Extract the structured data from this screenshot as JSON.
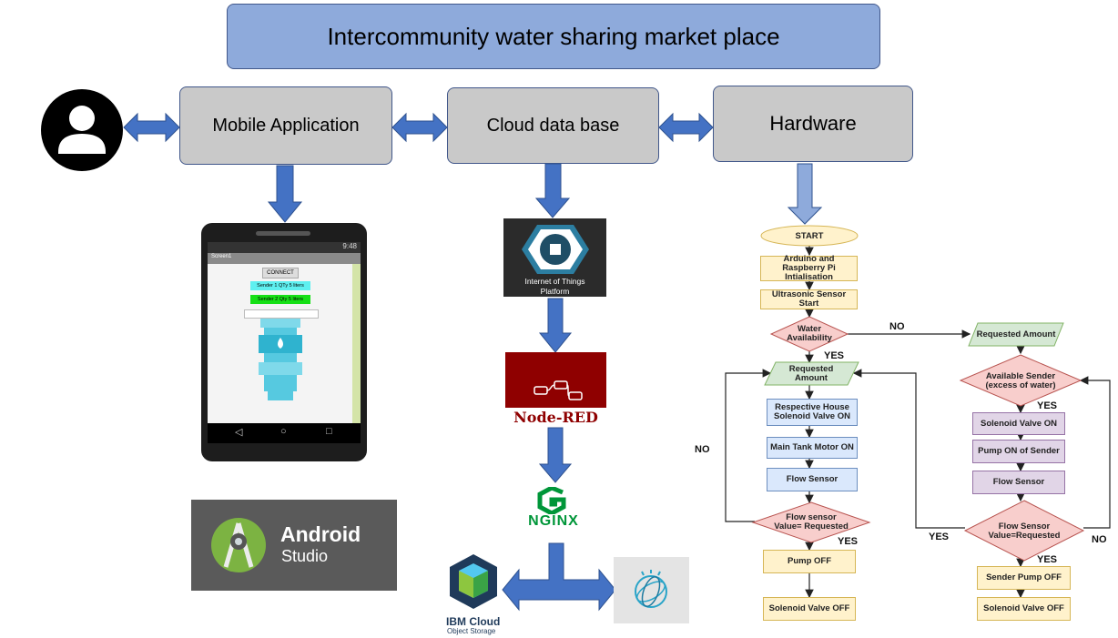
{
  "title": "Intercommunity water sharing market place",
  "boxes": {
    "mobile": "Mobile Application",
    "cloud": "Cloud data base",
    "hardware": "Hardware"
  },
  "phone": {
    "time": "9:48",
    "screen_title": "Screen1",
    "connect_label": "CONNECT",
    "sender1": "Sender 1 QTy 5 liters",
    "sender2": "Sender 2 Qty 5 liters"
  },
  "android_studio": {
    "line1": "Android",
    "line2": "Studio"
  },
  "iot": {
    "line1": "Internet of Things",
    "line2": "Platform"
  },
  "nodered": "Node-RED",
  "nginx": "NGINX",
  "ibm": {
    "line1": "IBM Cloud",
    "line2": "Object Storage"
  },
  "flowchart": {
    "start": "START",
    "init": "Arduino and Raspberry Pi Intialisation",
    "ultra": "Ultrasonic Sensor Start",
    "water_avail": "Water Availability",
    "req_left": "Requested Amount",
    "house_valve": "Respective House Solenoid Valve ON",
    "main_tank": "Main Tank Motor ON",
    "flow_left": "Flow Sensor",
    "flow_decision": "Flow sensor Value= Requested",
    "pump_off": "Pump OFF",
    "solenoid_off": "Solenoid Valve OFF",
    "req_right": "Requested Amount",
    "avail_sender": "Available Sender (excess of water)",
    "solenoid_on": "Solenoid Valve ON",
    "pump_sender": "Pump ON of Sender",
    "flow_right": "Flow Sensor",
    "flow_decision_right": "Flow Sensor Value=Requested",
    "sender_pump_off": "Sender Pump OFF",
    "solenoid_off_right": "Solenoid Valve OFF",
    "labels": {
      "no_top": "NO",
      "yes_top": "YES",
      "no_left": "NO",
      "yes_left_bottom": "YES",
      "yes_right_top": "YES",
      "yes_right_mid": "YES",
      "no_right": "NO",
      "yes_right_bottom": "YES"
    }
  }
}
